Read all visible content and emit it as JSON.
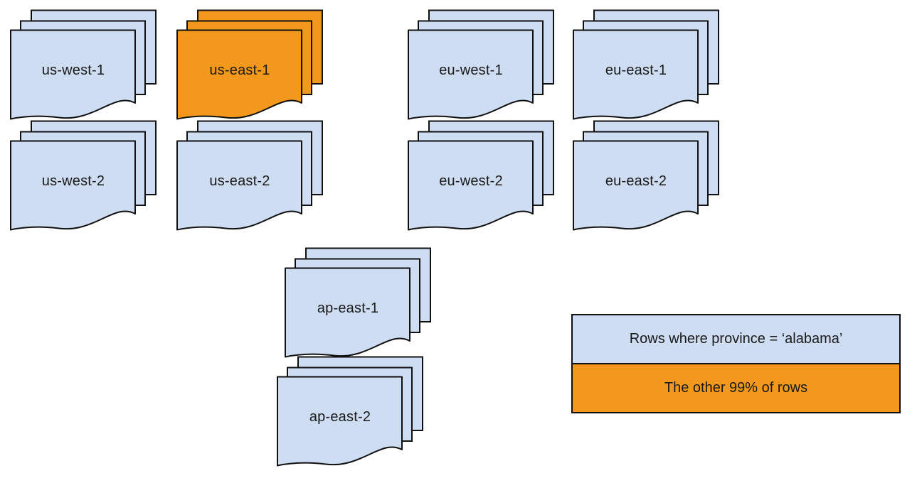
{
  "diagram": {
    "description_colors": {
      "region_fill": "#CEDDF2",
      "highlight_fill": "#F2981C",
      "border": "#111111",
      "background": "#FFFFFF"
    },
    "regions": [
      {
        "id": "us-west-1",
        "label": "us-west-1",
        "highlighted": false
      },
      {
        "id": "us-east-1",
        "label": "us-east-1",
        "highlighted": true
      },
      {
        "id": "eu-west-1",
        "label": "eu-west-1",
        "highlighted": false
      },
      {
        "id": "eu-east-1",
        "label": "eu-east-1",
        "highlighted": false
      },
      {
        "id": "us-west-2",
        "label": "us-west-2",
        "highlighted": false
      },
      {
        "id": "us-east-2",
        "label": "us-east-2",
        "highlighted": false
      },
      {
        "id": "eu-west-2",
        "label": "eu-west-2",
        "highlighted": false
      },
      {
        "id": "eu-east-2",
        "label": "eu-east-2",
        "highlighted": false
      },
      {
        "id": "ap-east-1",
        "label": "ap-east-1",
        "highlighted": false
      },
      {
        "id": "ap-east-2",
        "label": "ap-east-2",
        "highlighted": false
      }
    ],
    "legend": {
      "items": [
        {
          "label": "Rows where province = ‘alabama’",
          "color": "#CEDDF2"
        },
        {
          "label": "The other 99% of rows",
          "color": "#F2981C"
        }
      ]
    }
  }
}
